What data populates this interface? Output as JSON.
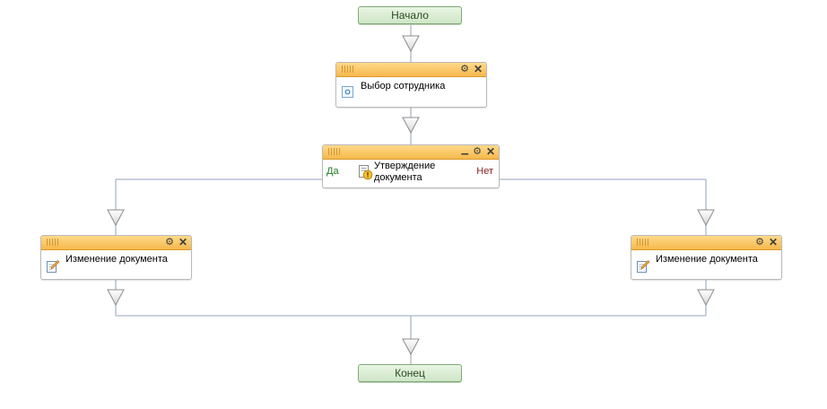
{
  "workflow": {
    "start": {
      "label": "Начало"
    },
    "end": {
      "label": "Конец"
    },
    "steps": [
      {
        "title": "Выбор сотрудника",
        "icon": "employee-select-icon"
      },
      {
        "title": "Утверждение документа",
        "icon": "approval-icon",
        "yes_label": "Да",
        "no_label": "Нет"
      },
      {
        "title": "Изменение документа",
        "icon": "edit-document-icon"
      },
      {
        "title": "Изменение документа",
        "icon": "edit-document-icon"
      }
    ]
  },
  "colors": {
    "connector": "#a9b7c9",
    "header": "#f6b94c",
    "terminal": "#cfe6c7"
  }
}
